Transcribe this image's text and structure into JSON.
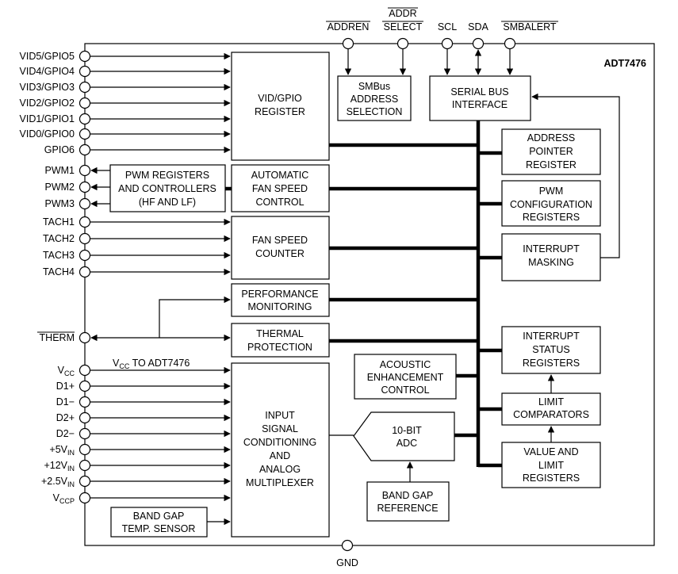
{
  "chip_name": "ADT7476",
  "top_pins": {
    "addren": "ADDREN",
    "addr_select_1": "ADDR",
    "addr_select_2": "SELECT",
    "scl": "SCL",
    "sda": "SDA",
    "smbalert": "SMBALERT"
  },
  "left_pins": {
    "vid5": "VID5/GPIO5",
    "vid4": "VID4/GPIO4",
    "vid3": "VID3/GPIO3",
    "vid2": "VID2/GPIO2",
    "vid1": "VID1/GPIO1",
    "vid0": "VID0/GPIO0",
    "gpio6": "GPIO6",
    "pwm1": "PWM1",
    "pwm2": "PWM2",
    "pwm3": "PWM3",
    "tach1": "TACH1",
    "tach2": "TACH2",
    "tach3": "TACH3",
    "tach4": "TACH4",
    "therm": "THERM",
    "vcc_base": "V",
    "vcc_sub": "CC",
    "d1p": "D1+",
    "d1n": "D1−",
    "d2p": "D2+",
    "d2n": "D2−",
    "p5v_base": "+5V",
    "p5v_sub": "IN",
    "p12v_base": "+12V",
    "p12v_sub": "IN",
    "p25v_base": "+2.5V",
    "p25v_sub": "IN",
    "vccp_base": "V",
    "vccp_sub": "CCP"
  },
  "bottom_pin": {
    "gnd": "GND"
  },
  "vcc_note": {
    "base": "V",
    "sub": "CC",
    "rest": " TO ADT7476"
  },
  "blocks": {
    "vid_gpio": [
      "VID/GPIO",
      "REGISTER"
    ],
    "pwm_regs": [
      "PWM REGISTERS",
      "AND CONTROLLERS",
      "(HF AND LF)"
    ],
    "auto_fan": [
      "AUTOMATIC",
      "FAN SPEED",
      "CONTROL"
    ],
    "fan_counter": [
      "FAN SPEED",
      "COUNTER"
    ],
    "perf_mon": [
      "PERFORMANCE",
      "MONITORING"
    ],
    "thermal": [
      "THERMAL",
      "PROTECTION"
    ],
    "input_cond": [
      "INPUT",
      "SIGNAL",
      "CONDITIONING",
      "AND",
      "ANALOG",
      "MULTIPLEXER"
    ],
    "band_gap_temp": [
      "BAND GAP",
      "TEMP. SENSOR"
    ],
    "smbus_addr": [
      "SMBus",
      "ADDRESS",
      "SELECTION"
    ],
    "serial_bus": [
      "SERIAL BUS",
      "INTERFACE"
    ],
    "addr_ptr": [
      "ADDRESS",
      "POINTER",
      "REGISTER"
    ],
    "pwm_config": [
      "PWM",
      "CONFIGURATION",
      "REGISTERS"
    ],
    "int_mask": [
      "INTERRUPT",
      "MASKING"
    ],
    "int_status": [
      "INTERRUPT",
      "STATUS",
      "REGISTERS"
    ],
    "acoustic": [
      "ACOUSTIC",
      "ENHANCEMENT",
      "CONTROL"
    ],
    "limit_comp": [
      "LIMIT",
      "COMPARATORS"
    ],
    "adc": [
      "10-BIT",
      "ADC"
    ],
    "value_limit": [
      "VALUE AND",
      "LIMIT",
      "REGISTERS"
    ],
    "band_gap_ref": [
      "BAND GAP",
      "REFERENCE"
    ]
  }
}
